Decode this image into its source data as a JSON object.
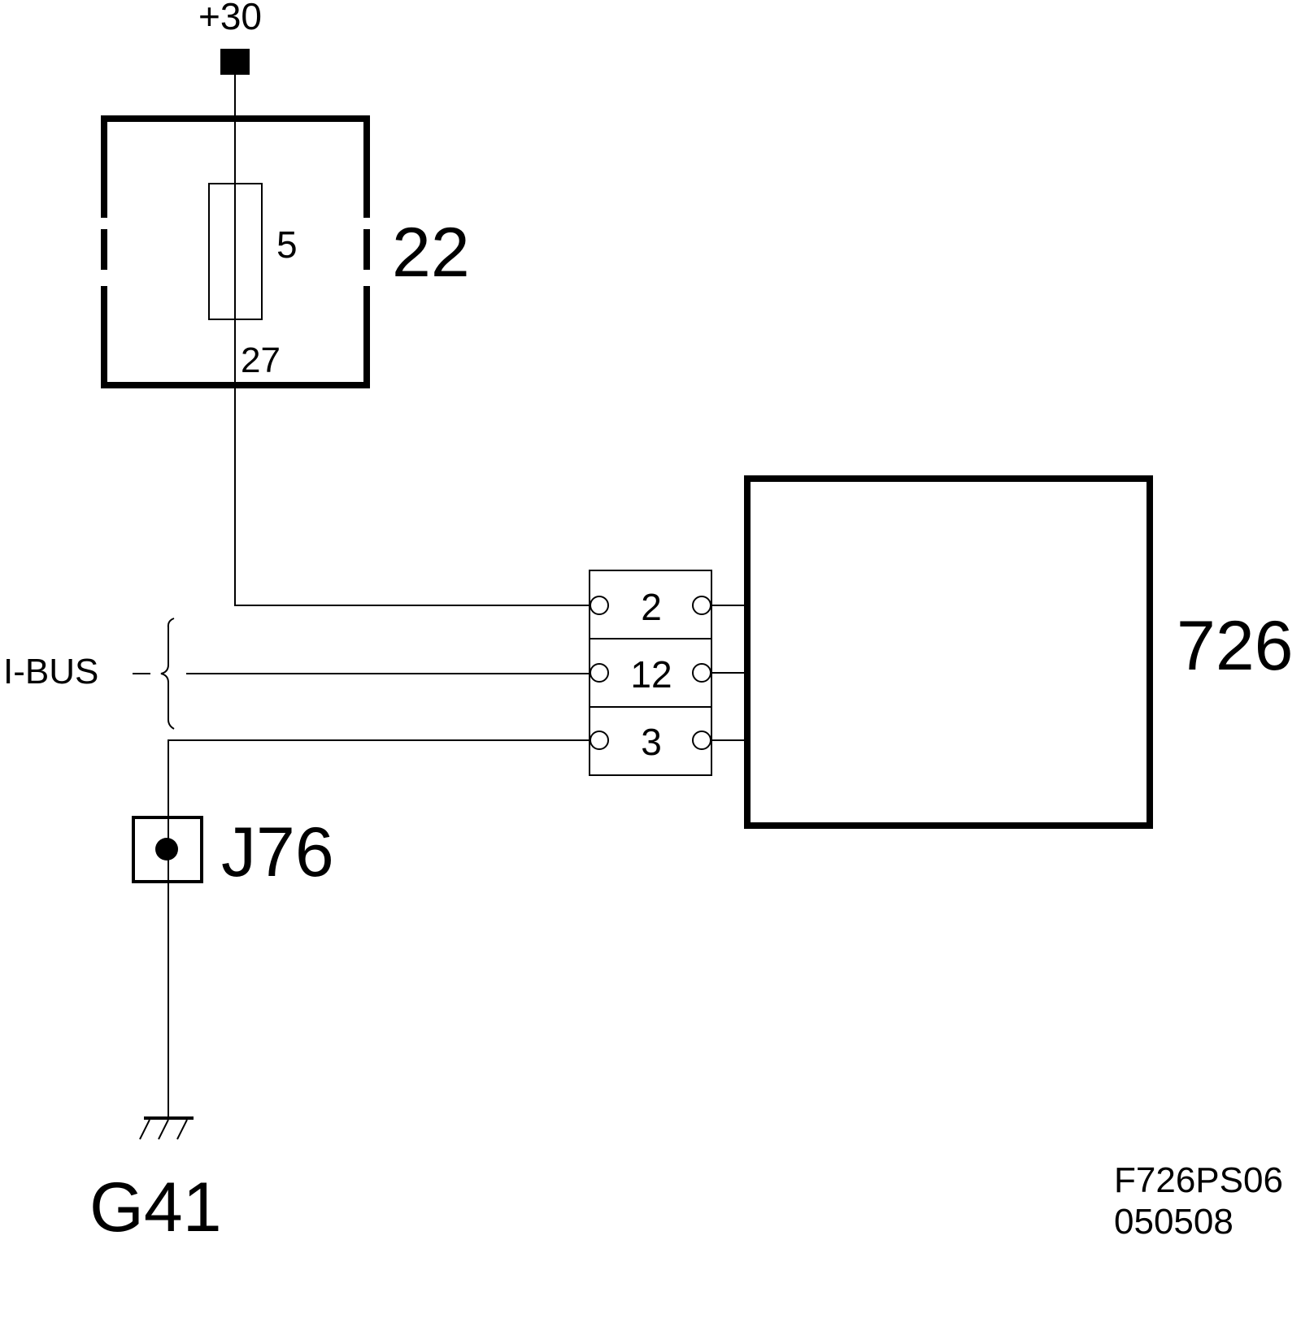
{
  "supply": {
    "label": "+30"
  },
  "fuse_box": {
    "id": "22",
    "fuse_rating": "5",
    "fuse_number": "27"
  },
  "connector": {
    "pins": [
      "2",
      "12",
      "3"
    ]
  },
  "module": {
    "id": "726"
  },
  "bus": {
    "label": "I-BUS"
  },
  "splice": {
    "id": "J76"
  },
  "ground": {
    "id": "G41"
  },
  "drawing": {
    "code": "F726PS06",
    "date": "050508"
  }
}
